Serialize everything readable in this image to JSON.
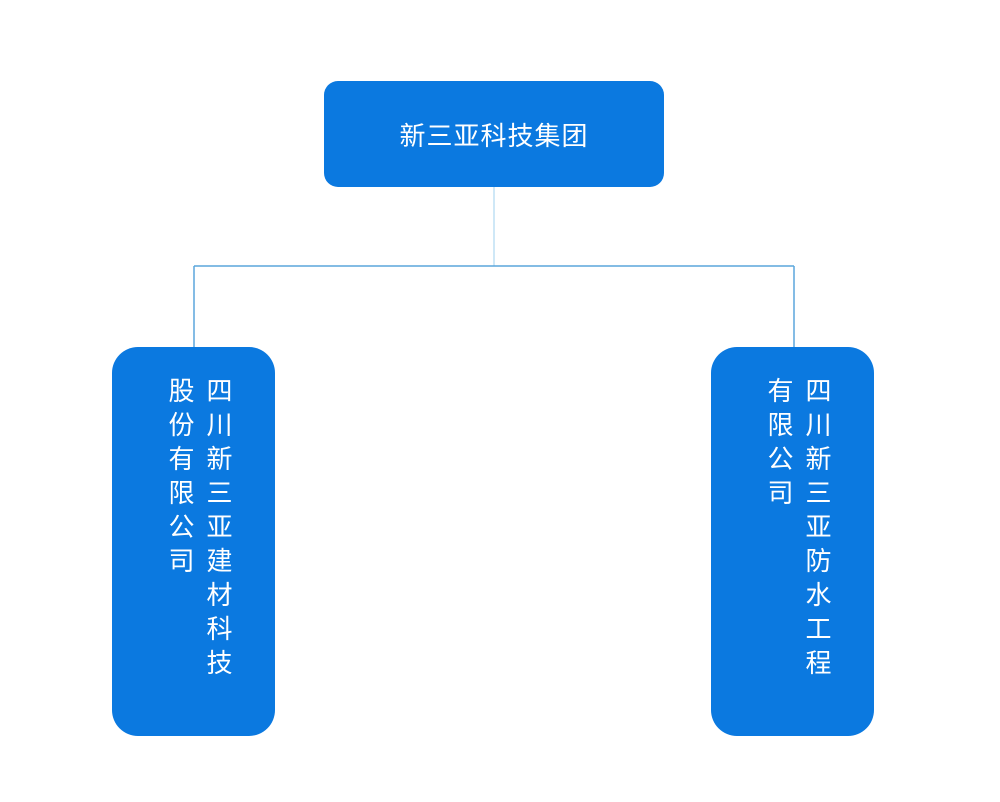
{
  "root": {
    "label": "新三亚科技集团"
  },
  "children": [
    {
      "label": "四川新三亚建材科技\n股份有限公司"
    },
    {
      "label": "四川新三亚防水工程\n有限公司"
    }
  ],
  "colors": {
    "node_fill": "#0b79e0",
    "node_text": "#ffffff",
    "connector": "#5aa6dc"
  }
}
